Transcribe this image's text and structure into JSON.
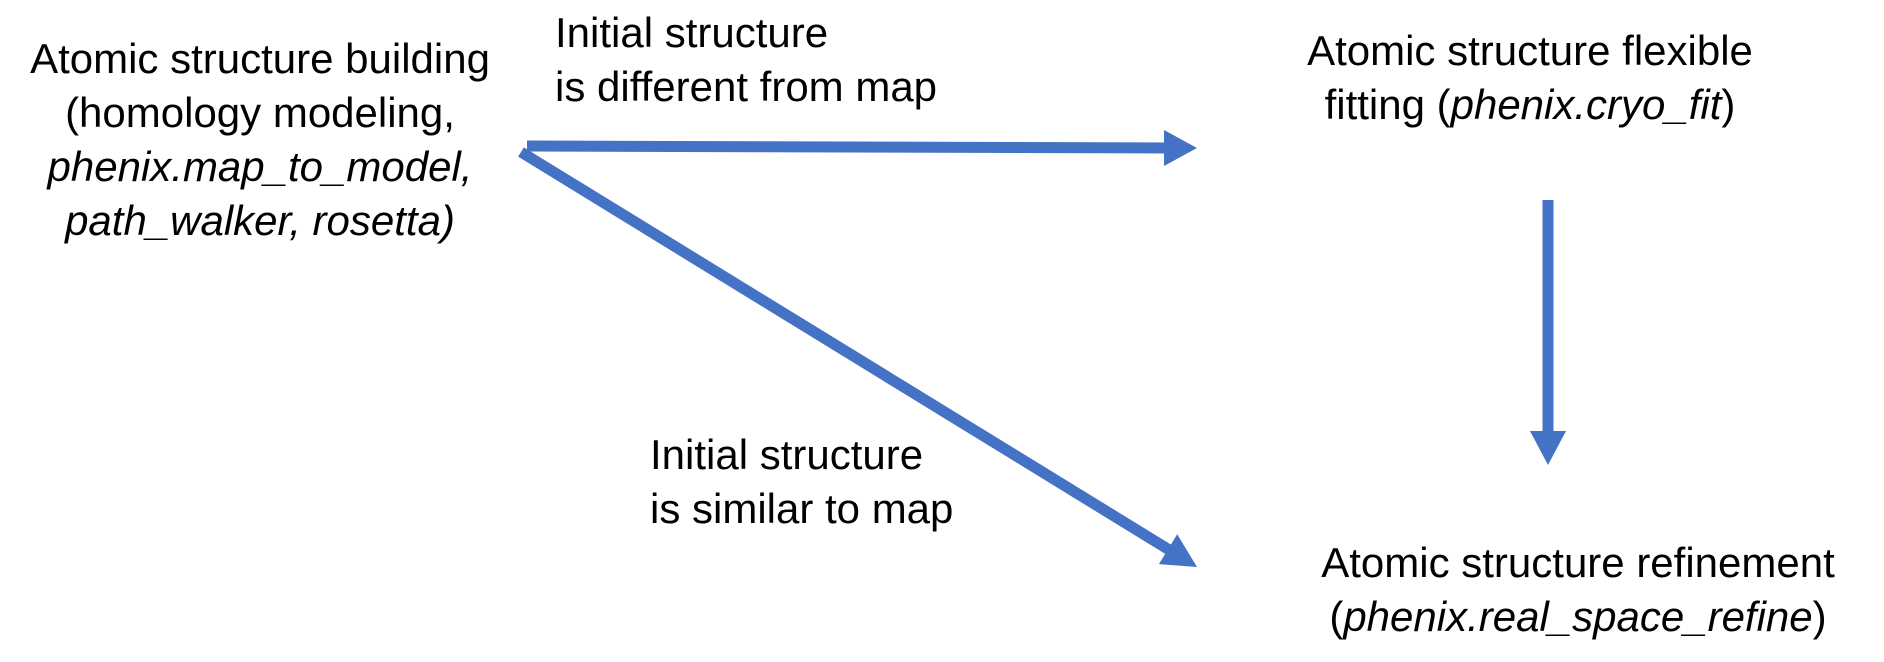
{
  "diagram": {
    "colors": {
      "background": "#ffffff",
      "arrow": "#4472C4",
      "text": "#000000"
    },
    "nodes": {
      "building": {
        "lines": [
          "Atomic structure building",
          "(homology modeling,",
          "phenix.map_to_model,",
          "path_walker, rosetta)"
        ]
      },
      "fitting": {
        "line1": "Atomic structure flexible",
        "line2": {
          "pre": "fitting (",
          "program": "phenix.cryo_fit",
          "post": ")"
        }
      },
      "refinement": {
        "line1": "Atomic structure refinement",
        "line2": {
          "pre": "(",
          "program": "phenix.real_space_refine",
          "post": ")"
        }
      }
    },
    "edge_labels": {
      "different": {
        "line1": "Initial structure",
        "line2": "is different from map"
      },
      "similar": {
        "line1": "Initial structure",
        "line2": "is similar to map"
      }
    },
    "arrows": [
      {
        "id": "building-to-fitting",
        "from": "building",
        "to": "fitting",
        "condition": "Initial structure is different from map"
      },
      {
        "id": "building-to-refinement",
        "from": "building",
        "to": "refinement",
        "condition": "Initial structure is similar to map"
      },
      {
        "id": "fitting-to-refinement",
        "from": "fitting",
        "to": "refinement",
        "condition": ""
      }
    ]
  }
}
